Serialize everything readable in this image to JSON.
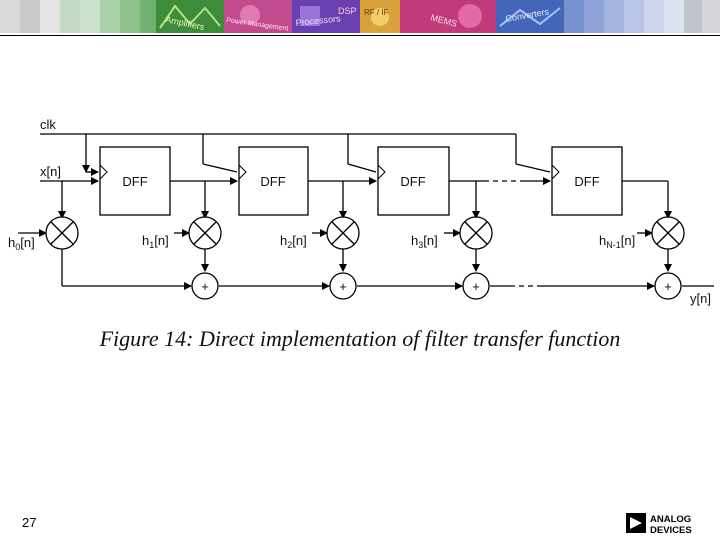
{
  "banner": {
    "tiles": [
      "Amplifiers",
      "Power Management",
      "Processors",
      "DSP",
      "RF / IF",
      "MEMS",
      "Converters"
    ]
  },
  "diagram": {
    "clock_label": "clk",
    "input_label": "x[n]",
    "output_label": "y[n]",
    "block_label": "DFF",
    "adder_symbol": "+",
    "coefficients": {
      "h0": {
        "base": "h",
        "sub": "0",
        "tail": "[n]"
      },
      "h1": {
        "base": "h",
        "sub": "1",
        "tail": "[n]"
      },
      "h2": {
        "base": "h",
        "sub": "2",
        "tail": "[n]"
      },
      "h3": {
        "base": "h",
        "sub": "3",
        "tail": "[n]"
      },
      "hN1": {
        "base": "h",
        "sub": "N-1",
        "tail": "[n]"
      }
    }
  },
  "caption": "Figure 14: Direct implementation of filter transfer function",
  "page_number": "27",
  "logo": {
    "line1": "ANALOG",
    "line2": "DEVICES"
  }
}
